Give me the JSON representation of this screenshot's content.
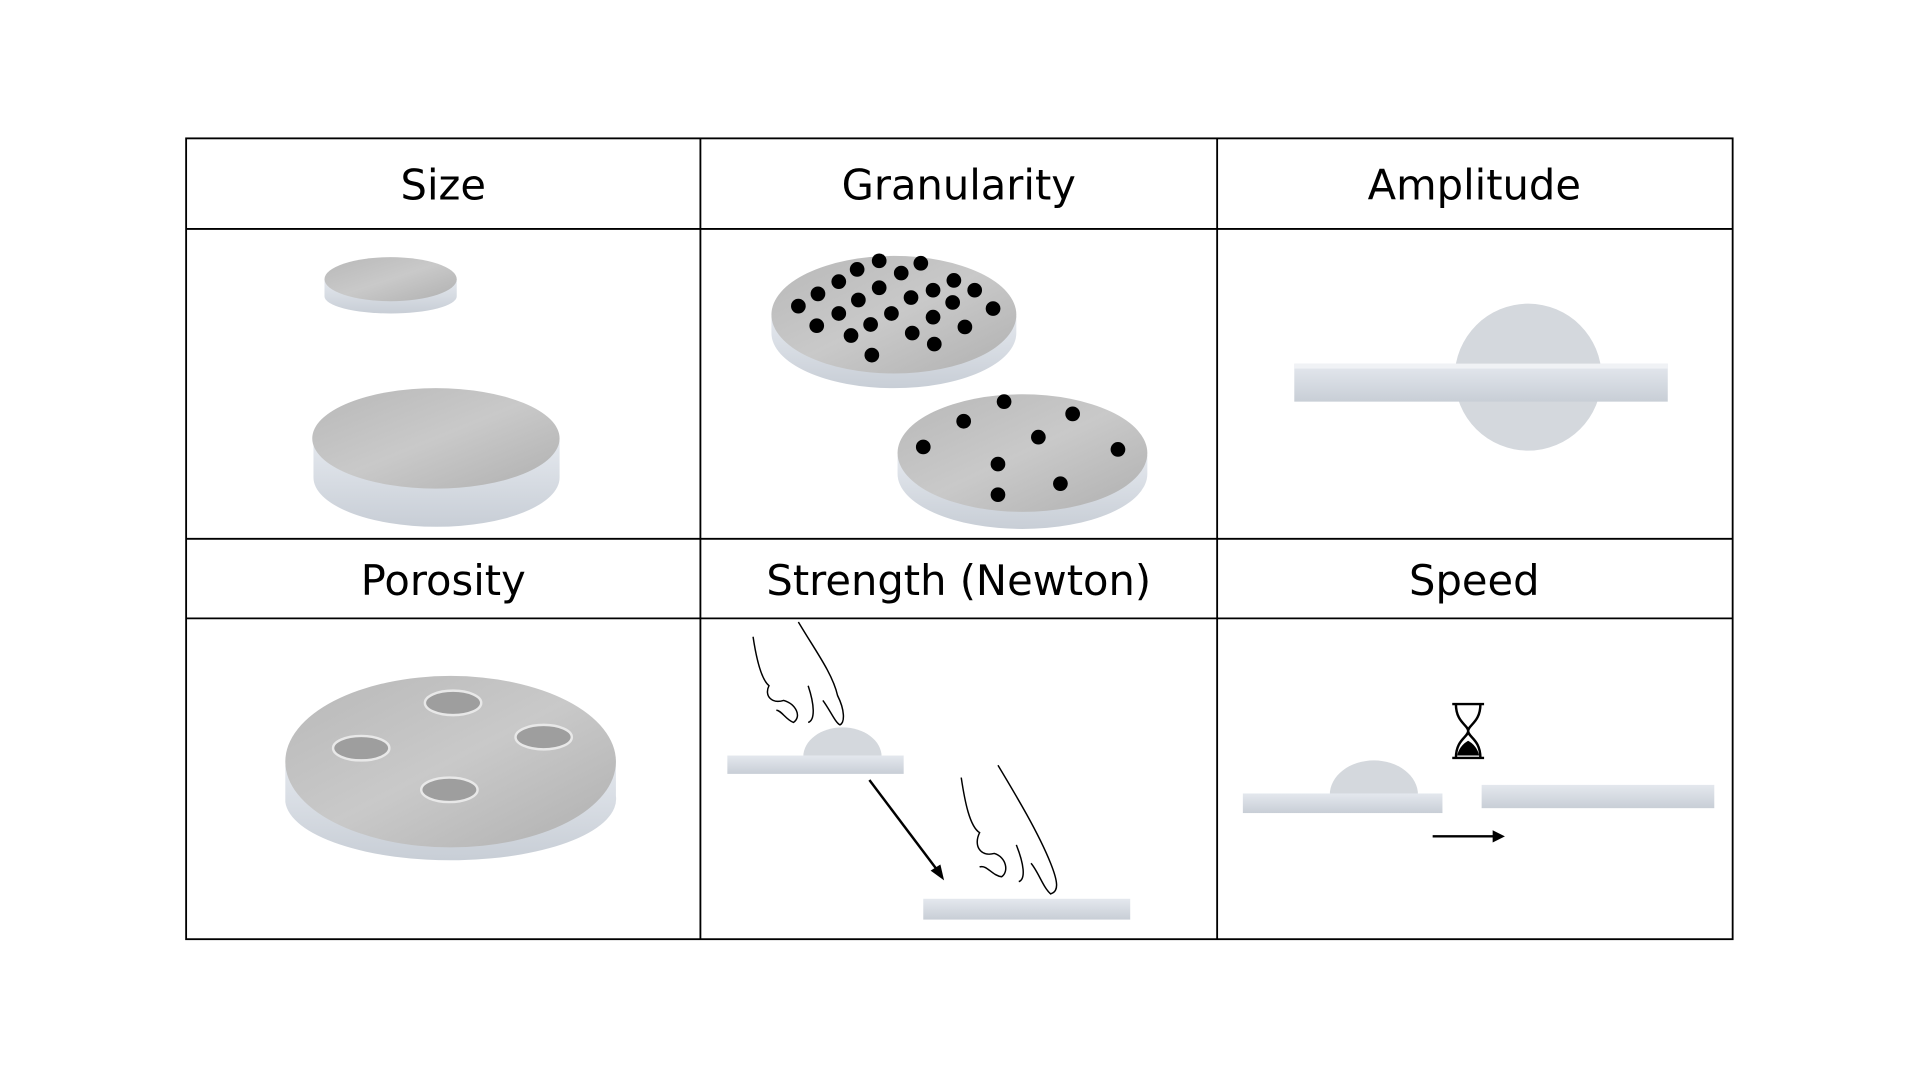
{
  "table": {
    "headers_row1": [
      "Size",
      "Granularity",
      "Amplitude"
    ],
    "headers_row2": [
      "Porosity",
      "Strength (Newton)",
      "Speed"
    ]
  }
}
